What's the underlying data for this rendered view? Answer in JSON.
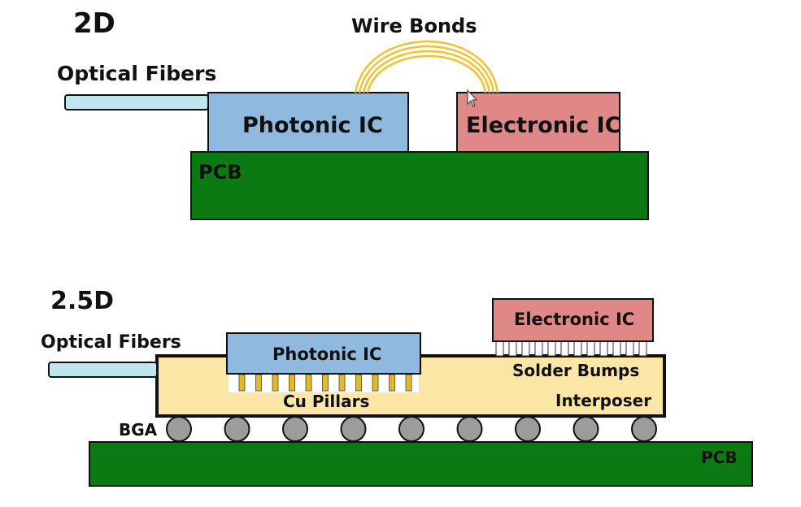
{
  "colors": {
    "pcb": "#0b7a13",
    "photonic": "#8fb9df",
    "electronic": "#e08787",
    "interposer": "#fbe6a5",
    "fiber": "#bfe6ee",
    "bga": "#9c9c9c",
    "pillar": "#e8b820",
    "bump": "#ffffff",
    "wire": "#f2c230",
    "outline": "#111111"
  },
  "diagram_2d": {
    "title": "2D",
    "wire_bonds_label": "Wire Bonds",
    "optical_fibers_label": "Optical Fibers",
    "photonic_ic_label": "Photonic IC",
    "electronic_ic_label": "Electronic IC",
    "pcb_label": "PCB"
  },
  "diagram_25d": {
    "title": "2.5D",
    "optical_fibers_label": "Optical Fibers",
    "photonic_ic_label": "Photonic IC",
    "electronic_ic_label": "Electronic IC",
    "solder_bumps_label": "Solder Bumps",
    "cu_pillars_label": "Cu Pillars",
    "interposer_label": "Interposer",
    "bga_label": "BGA",
    "pcb_label": "PCB"
  }
}
